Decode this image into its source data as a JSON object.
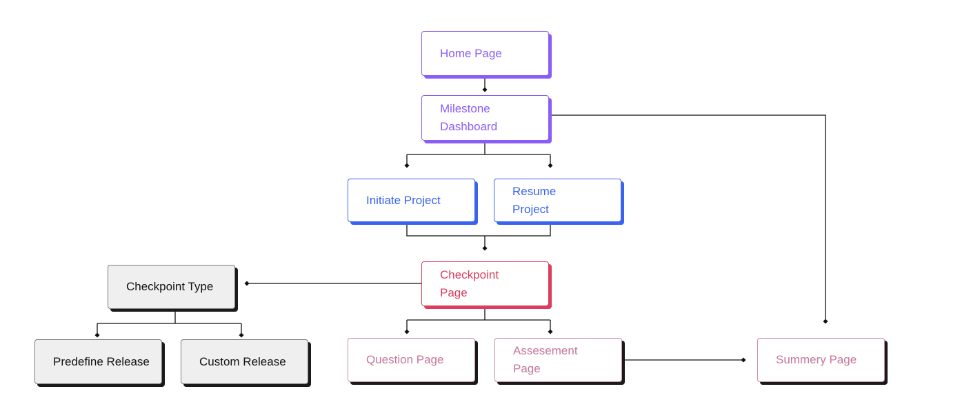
{
  "nodes": {
    "home": "Home Page",
    "milestone": "Milestone\nDashboard",
    "initiate": "Initiate Project",
    "resume": "Resume\nProject",
    "checkpoint_page": "Checkpoint\nPage",
    "checkpoint_type": "Checkpoint  Type",
    "predefine": "Predefine Release",
    "custom": "Custom Release",
    "question": "Question Page",
    "assessment": "Assesement\nPage",
    "summary": "Summery Page"
  },
  "colors": {
    "purple": "#8b5cf6",
    "blue": "#3b63f0",
    "red": "#dc3d5c",
    "pink": "#c3779a",
    "gray_fill": "#efefef",
    "line": "#111111"
  }
}
